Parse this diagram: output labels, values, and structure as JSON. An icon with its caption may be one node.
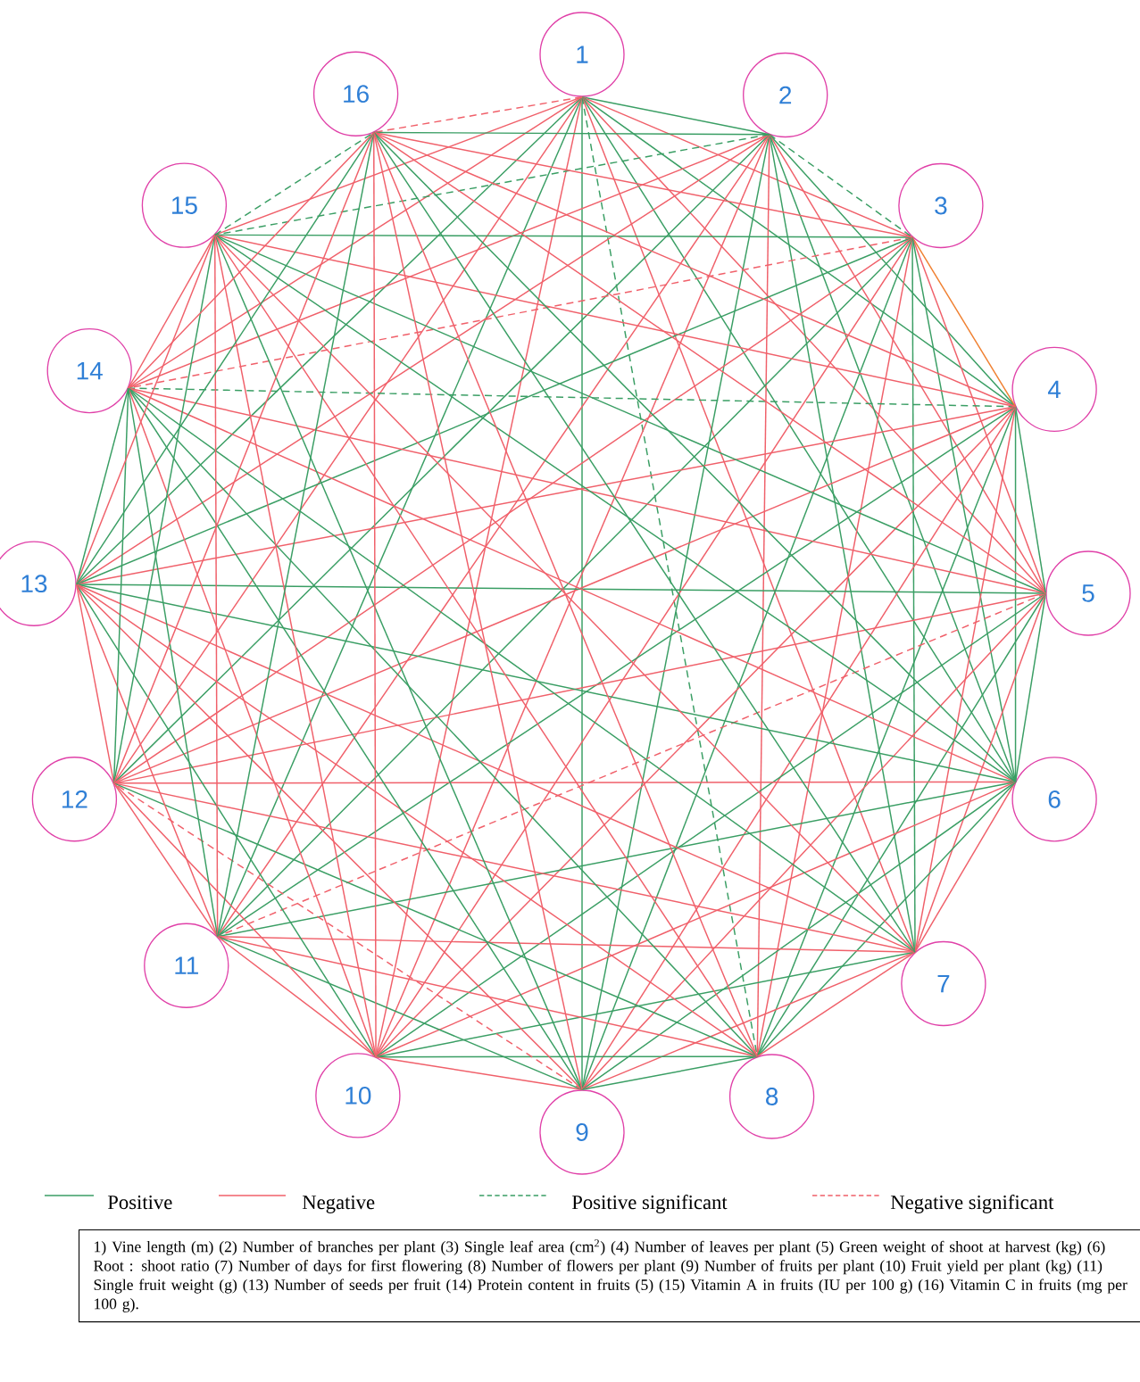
{
  "diagram": {
    "nodes": [
      {
        "text": [
          "1"
        ]
      },
      {
        "text": [
          "2"
        ]
      },
      {
        "text": [
          "3"
        ]
      },
      {
        "text": [
          "4"
        ]
      },
      {
        "text": [
          "5"
        ]
      },
      {
        "text": [
          "6"
        ]
      },
      {
        "text": [
          "7"
        ]
      },
      {
        "text": [
          "8"
        ]
      },
      {
        "text": [
          "9"
        ]
      },
      {
        "text": [
          "10"
        ]
      },
      {
        "text": [
          "11"
        ]
      },
      {
        "text": [
          "12"
        ]
      },
      {
        "text": [
          "13"
        ]
      },
      {
        "text": [
          "14"
        ]
      },
      {
        "text": [
          "15"
        ]
      },
      {
        "text": [
          "16"
        ]
      }
    ],
    "edges": [
      {
        "from": 0,
        "to": 1,
        "arrow": "none",
        "color": "#3a9e64"
      },
      {
        "from": 0,
        "to": 2,
        "arrow": "none",
        "color": "#f0606a"
      },
      {
        "from": 0,
        "to": 3,
        "arrow": "none",
        "color": "#3a9e64"
      },
      {
        "from": 0,
        "to": 4,
        "arrow": "none",
        "color": "#f0606a"
      },
      {
        "from": 0,
        "to": 5,
        "arrow": "none",
        "color": "#3a9e64"
      },
      {
        "from": 0,
        "to": 6,
        "arrow": "none",
        "color": "#f0606a"
      },
      {
        "from": 0,
        "to": 7,
        "arrow": "none",
        "style": "dashed",
        "color": "#3a9e64"
      },
      {
        "from": 0,
        "to": 8,
        "arrow": "none",
        "color": "#3a9e64"
      },
      {
        "from": 0,
        "to": 9,
        "arrow": "none",
        "color": "#f0606a"
      },
      {
        "from": 0,
        "to": 10,
        "arrow": "none",
        "color": "#3a9e64"
      },
      {
        "from": 0,
        "to": 11,
        "arrow": "none",
        "color": "#f0606a"
      },
      {
        "from": 0,
        "to": 12,
        "arrow": "none",
        "color": "#3a9e64"
      },
      {
        "from": 0,
        "to": 13,
        "arrow": "none",
        "color": "#f0606a"
      },
      {
        "from": 0,
        "to": 14,
        "arrow": "none",
        "color": "#f0606a"
      },
      {
        "from": 0,
        "to": 15,
        "arrow": "none",
        "style": "dashed",
        "color": "#f0606a"
      },
      {
        "from": 1,
        "to": 2,
        "arrow": "none",
        "style": "dashed",
        "color": "#3a9e64"
      },
      {
        "from": 1,
        "to": 3,
        "arrow": "none",
        "color": "#3a9e64"
      },
      {
        "from": 1,
        "to": 4,
        "arrow": "none",
        "color": "#f0606a"
      },
      {
        "from": 1,
        "to": 5,
        "arrow": "none",
        "color": "#3a9e64"
      },
      {
        "from": 1,
        "to": 6,
        "arrow": "none",
        "color": "#3a9e64"
      },
      {
        "from": 1,
        "to": 7,
        "arrow": "none",
        "color": "#f0606a"
      },
      {
        "from": 1,
        "to": 8,
        "arrow": "none",
        "color": "#3a9e64"
      },
      {
        "from": 1,
        "to": 9,
        "arrow": "none",
        "color": "#f0606a"
      },
      {
        "from": 1,
        "to": 10,
        "arrow": "none",
        "color": "#f0606a"
      },
      {
        "from": 1,
        "to": 11,
        "arrow": "none",
        "color": "#3a9e64"
      },
      {
        "from": 1,
        "to": 12,
        "arrow": "none",
        "color": "#f0606a"
      },
      {
        "from": 1,
        "to": 13,
        "arrow": "none",
        "color": "#f0606a"
      },
      {
        "from": 1,
        "to": 14,
        "arrow": "none",
        "style": "dashed",
        "color": "#3a9e64"
      },
      {
        "from": 1,
        "to": 15,
        "arrow": "none",
        "color": "#3a9e64"
      },
      {
        "from": 2,
        "to": 3,
        "arrow": "none",
        "color": "#f08030"
      },
      {
        "from": 2,
        "to": 4,
        "arrow": "none",
        "color": "#f0606a"
      },
      {
        "from": 2,
        "to": 5,
        "arrow": "none",
        "color": "#3a9e64"
      },
      {
        "from": 2,
        "to": 6,
        "arrow": "none",
        "color": "#3a9e64"
      },
      {
        "from": 2,
        "to": 7,
        "arrow": "none",
        "color": "#f0606a"
      },
      {
        "from": 2,
        "to": 8,
        "arrow": "none",
        "color": "#3a9e64"
      },
      {
        "from": 2,
        "to": 9,
        "arrow": "none",
        "color": "#f0606a"
      },
      {
        "from": 2,
        "to": 10,
        "arrow": "none",
        "color": "#3a9e64"
      },
      {
        "from": 2,
        "to": 11,
        "arrow": "none",
        "color": "#f0606a"
      },
      {
        "from": 2,
        "to": 12,
        "arrow": "none",
        "color": "#3a9e64"
      },
      {
        "from": 2,
        "to": 13,
        "arrow": "none",
        "style": "dashed",
        "color": "#f0606a"
      },
      {
        "from": 2,
        "to": 14,
        "arrow": "none",
        "color": "#3a9e64"
      },
      {
        "from": 2,
        "to": 15,
        "arrow": "none",
        "color": "#f0606a"
      },
      {
        "from": 3,
        "to": 4,
        "arrow": "none",
        "color": "#3a9e64"
      },
      {
        "from": 3,
        "to": 5,
        "arrow": "none",
        "color": "#3a9e64"
      },
      {
        "from": 3,
        "to": 6,
        "arrow": "none",
        "color": "#f0606a"
      },
      {
        "from": 3,
        "to": 7,
        "arrow": "none",
        "color": "#3a9e64"
      },
      {
        "from": 3,
        "to": 8,
        "arrow": "none",
        "color": "#f0606a"
      },
      {
        "from": 3,
        "to": 9,
        "arrow": "none",
        "color": "#f0606a"
      },
      {
        "from": 3,
        "to": 10,
        "arrow": "none",
        "color": "#3a9e64"
      },
      {
        "from": 3,
        "to": 11,
        "arrow": "none",
        "color": "#f0606a"
      },
      {
        "from": 3,
        "to": 12,
        "arrow": "none",
        "color": "#f0606a"
      },
      {
        "from": 3,
        "to": 13,
        "arrow": "none",
        "style": "dashed",
        "color": "#3a9e64"
      },
      {
        "from": 3,
        "to": 14,
        "arrow": "none",
        "color": "#f0606a"
      },
      {
        "from": 3,
        "to": 15,
        "arrow": "none",
        "color": "#f0606a"
      },
      {
        "from": 4,
        "to": 5,
        "arrow": "none",
        "color": "#3a9e64"
      },
      {
        "from": 4,
        "to": 6,
        "arrow": "none",
        "color": "#f0606a"
      },
      {
        "from": 4,
        "to": 7,
        "arrow": "none",
        "color": "#3a9e64"
      },
      {
        "from": 4,
        "to": 8,
        "arrow": "none",
        "color": "#f0606a"
      },
      {
        "from": 4,
        "to": 9,
        "arrow": "none",
        "color": "#3a9e64"
      },
      {
        "from": 4,
        "to": 10,
        "arrow": "none",
        "style": "dashed",
        "color": "#f0606a"
      },
      {
        "from": 4,
        "to": 11,
        "arrow": "none",
        "color": "#f0606a"
      },
      {
        "from": 4,
        "to": 12,
        "arrow": "none",
        "color": "#3a9e64"
      },
      {
        "from": 4,
        "to": 13,
        "arrow": "none",
        "color": "#f0606a"
      },
      {
        "from": 4,
        "to": 14,
        "arrow": "none",
        "color": "#3a9e64"
      },
      {
        "from": 4,
        "to": 15,
        "arrow": "none",
        "color": "#f0606a"
      },
      {
        "from": 5,
        "to": 6,
        "arrow": "none",
        "color": "#f0606a"
      },
      {
        "from": 5,
        "to": 7,
        "arrow": "none",
        "color": "#3a9e64"
      },
      {
        "from": 5,
        "to": 8,
        "arrow": "none",
        "color": "#3a9e64"
      },
      {
        "from": 5,
        "to": 9,
        "arrow": "none",
        "color": "#f0606a"
      },
      {
        "from": 5,
        "to": 10,
        "arrow": "none",
        "color": "#3a9e64"
      },
      {
        "from": 5,
        "to": 11,
        "arrow": "none",
        "color": "#f0606a"
      },
      {
        "from": 5,
        "to": 12,
        "arrow": "none",
        "color": "#3a9e64"
      },
      {
        "from": 5,
        "to": 13,
        "arrow": "none",
        "color": "#f0606a"
      },
      {
        "from": 5,
        "to": 14,
        "arrow": "none",
        "color": "#3a9e64"
      },
      {
        "from": 5,
        "to": 15,
        "arrow": "none",
        "color": "#3a9e64"
      },
      {
        "from": 6,
        "to": 7,
        "arrow": "none",
        "color": "#f0606a"
      },
      {
        "from": 6,
        "to": 8,
        "arrow": "none",
        "color": "#f0606a"
      },
      {
        "from": 6,
        "to": 9,
        "arrow": "none",
        "color": "#3a9e64"
      },
      {
        "from": 6,
        "to": 10,
        "arrow": "none",
        "color": "#f0606a"
      },
      {
        "from": 6,
        "to": 11,
        "arrow": "none",
        "color": "#f0606a"
      },
      {
        "from": 6,
        "to": 12,
        "arrow": "none",
        "color": "#f0606a"
      },
      {
        "from": 6,
        "to": 13,
        "arrow": "none",
        "color": "#3a9e64"
      },
      {
        "from": 6,
        "to": 14,
        "arrow": "none",
        "color": "#f0606a"
      },
      {
        "from": 6,
        "to": 15,
        "arrow": "none",
        "color": "#3a9e64"
      },
      {
        "from": 7,
        "to": 8,
        "arrow": "none",
        "color": "#3a9e64"
      },
      {
        "from": 7,
        "to": 9,
        "arrow": "none",
        "color": "#3a9e64"
      },
      {
        "from": 7,
        "to": 10,
        "arrow": "none",
        "color": "#f0606a"
      },
      {
        "from": 7,
        "to": 11,
        "arrow": "none",
        "color": "#3a9e64"
      },
      {
        "from": 7,
        "to": 12,
        "arrow": "none",
        "color": "#f0606a"
      },
      {
        "from": 7,
        "to": 13,
        "arrow": "none",
        "color": "#3a9e64"
      },
      {
        "from": 7,
        "to": 14,
        "arrow": "none",
        "color": "#f0606a"
      },
      {
        "from": 7,
        "to": 15,
        "arrow": "none",
        "color": "#f0606a"
      },
      {
        "from": 8,
        "to": 9,
        "arrow": "none",
        "color": "#f0606a"
      },
      {
        "from": 8,
        "to": 10,
        "arrow": "none",
        "color": "#3a9e64"
      },
      {
        "from": 8,
        "to": 11,
        "arrow": "none",
        "style": "dashed",
        "color": "#f0606a"
      },
      {
        "from": 8,
        "to": 12,
        "arrow": "none",
        "color": "#f0606a"
      },
      {
        "from": 8,
        "to": 13,
        "arrow": "none",
        "color": "#3a9e64"
      },
      {
        "from": 8,
        "to": 14,
        "arrow": "none",
        "color": "#3a9e64"
      },
      {
        "from": 8,
        "to": 15,
        "arrow": "none",
        "color": "#f0606a"
      },
      {
        "from": 9,
        "to": 10,
        "arrow": "none",
        "color": "#f0606a"
      },
      {
        "from": 9,
        "to": 11,
        "arrow": "none",
        "color": "#f0606a"
      },
      {
        "from": 9,
        "to": 12,
        "arrow": "none",
        "color": "#3a9e64"
      },
      {
        "from": 9,
        "to": 13,
        "arrow": "none",
        "color": "#f0606a"
      },
      {
        "from": 9,
        "to": 14,
        "arrow": "none",
        "color": "#f0606a"
      },
      {
        "from": 9,
        "to": 15,
        "arrow": "none",
        "color": "#f0606a"
      },
      {
        "from": 10,
        "to": 11,
        "arrow": "none",
        "color": "#f0606a"
      },
      {
        "from": 10,
        "to": 12,
        "arrow": "none",
        "color": "#f0606a"
      },
      {
        "from": 10,
        "to": 13,
        "arrow": "none",
        "color": "#3a9e64"
      },
      {
        "from": 10,
        "to": 14,
        "arrow": "none",
        "color": "#f0606a"
      },
      {
        "from": 10,
        "to": 15,
        "arrow": "none",
        "color": "#3a9e64"
      },
      {
        "from": 11,
        "to": 12,
        "arrow": "none",
        "color": "#f0606a"
      },
      {
        "from": 11,
        "to": 13,
        "arrow": "none",
        "color": "#3a9e64"
      },
      {
        "from": 11,
        "to": 14,
        "arrow": "none",
        "color": "#3a9e64"
      },
      {
        "from": 11,
        "to": 15,
        "arrow": "none",
        "color": "#f0606a"
      },
      {
        "from": 12,
        "to": 13,
        "arrow": "none",
        "color": "#3a9e64"
      },
      {
        "from": 12,
        "to": 14,
        "arrow": "none",
        "color": "#f0606a"
      },
      {
        "from": 12,
        "to": 15,
        "arrow": "none",
        "color": "#3a9e64"
      },
      {
        "from": 13,
        "to": 14,
        "arrow": "none",
        "color": "#f0606a"
      },
      {
        "from": 13,
        "to": 15,
        "arrow": "none",
        "color": "#f0606a"
      },
      {
        "from": 14,
        "to": 15,
        "arrow": "none",
        "style": "dashed",
        "color": "#3a9e64"
      }
    ],
    "labels": [
      "1) Vine length (m) (2) Number of branches per plant (3) Single leaf area (cm$^{2}$) (4) Number of leaves per plant (5) Green weight of shoot at harvest (kg) (6) Root : shoot ratio (7) Number of days for first flowering (8) Number of flowers per plant (9) Number of fruits per plant (10) Fruit yield per plant (kg) (11) Single fruit weight (g) (13) Number of seeds per fruit (14) Protein content in fruits (5) (15) Vitamin A in fruits (IU per 100 g) (16) Vitamin C in fruits (mg per 100 g)."
    ],
    "legend": [
      {
        "text": "Positive"
      },
      {
        "text": "Negative"
      },
      {
        "text": "Positive significant"
      },
      {
        "text": "Negative significant"
      }
    ]
  }
}
